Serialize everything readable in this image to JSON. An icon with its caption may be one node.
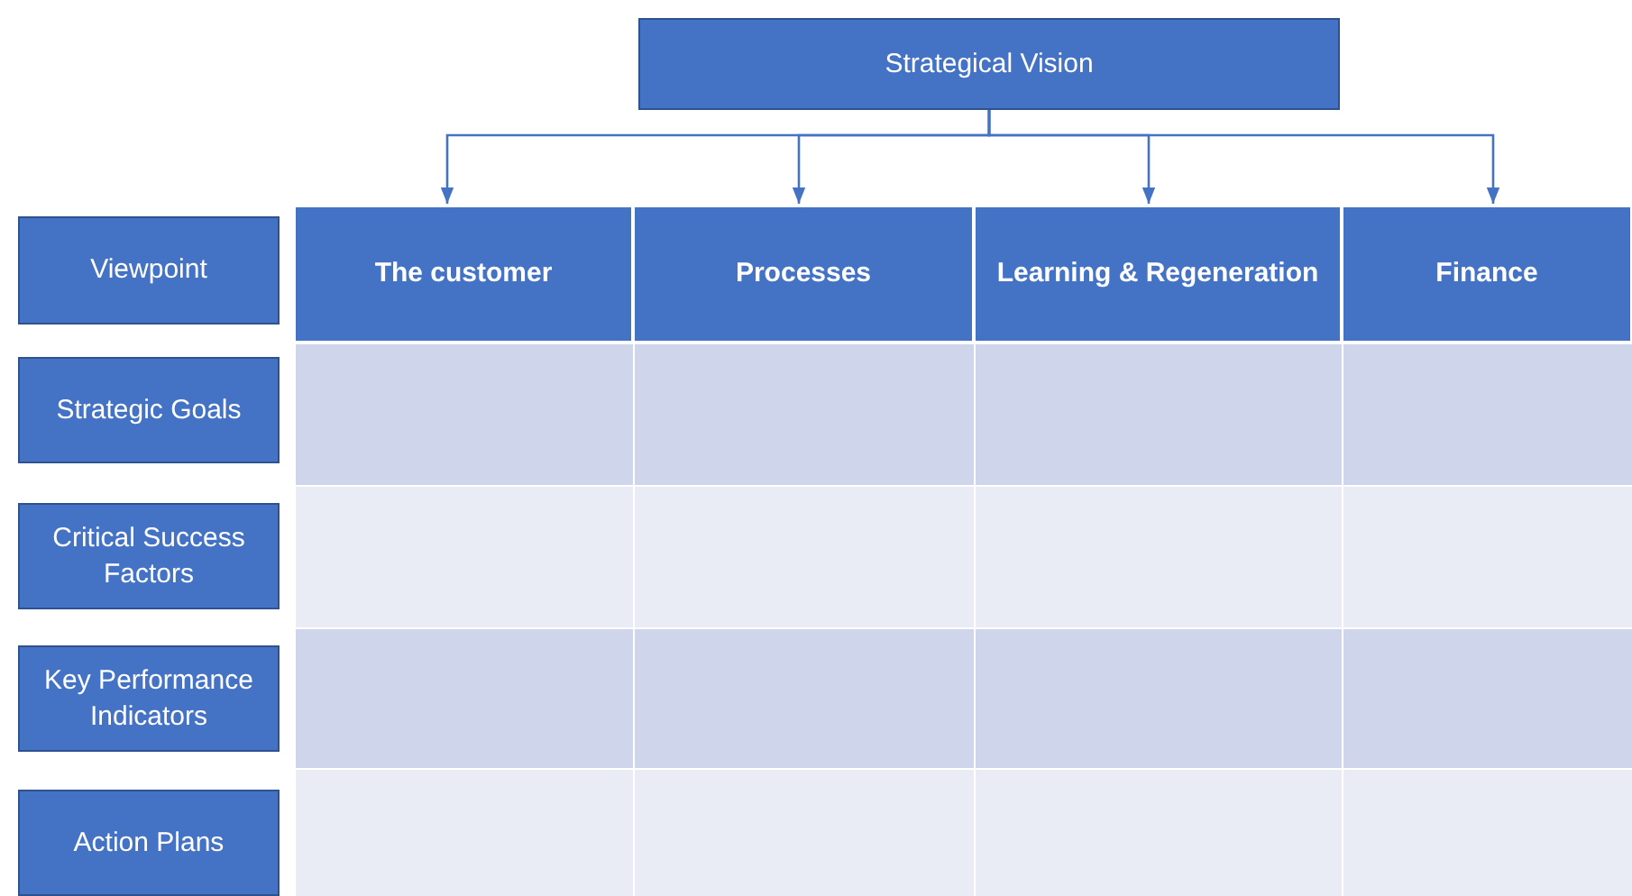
{
  "diagram": {
    "nodes": [
      {
        "text": [
          "Strategical Vision"
        ]
      },
      {
        "text": [
          "The customer"
        ]
      },
      {
        "text": [
          "Processes"
        ]
      },
      {
        "text": [
          "Learning & Regeneration"
        ]
      },
      {
        "text": [
          "Finance"
        ]
      },
      {
        "text": [
          "Viewpoint"
        ]
      },
      {
        "text": [
          "Strategic Goals"
        ]
      },
      {
        "text": [
          "Critical Success Factors"
        ]
      },
      {
        "text": [
          "Key Performance Indicators"
        ]
      },
      {
        "text": [
          "Action Plans"
        ]
      }
    ],
    "edges": [
      {
        "from": 0,
        "to": 1,
        "arrow": "to"
      },
      {
        "from": 0,
        "to": 2,
        "arrow": "to"
      },
      {
        "from": 0,
        "to": 3,
        "arrow": "to"
      },
      {
        "from": 0,
        "to": 4,
        "arrow": "to"
      }
    ]
  }
}
